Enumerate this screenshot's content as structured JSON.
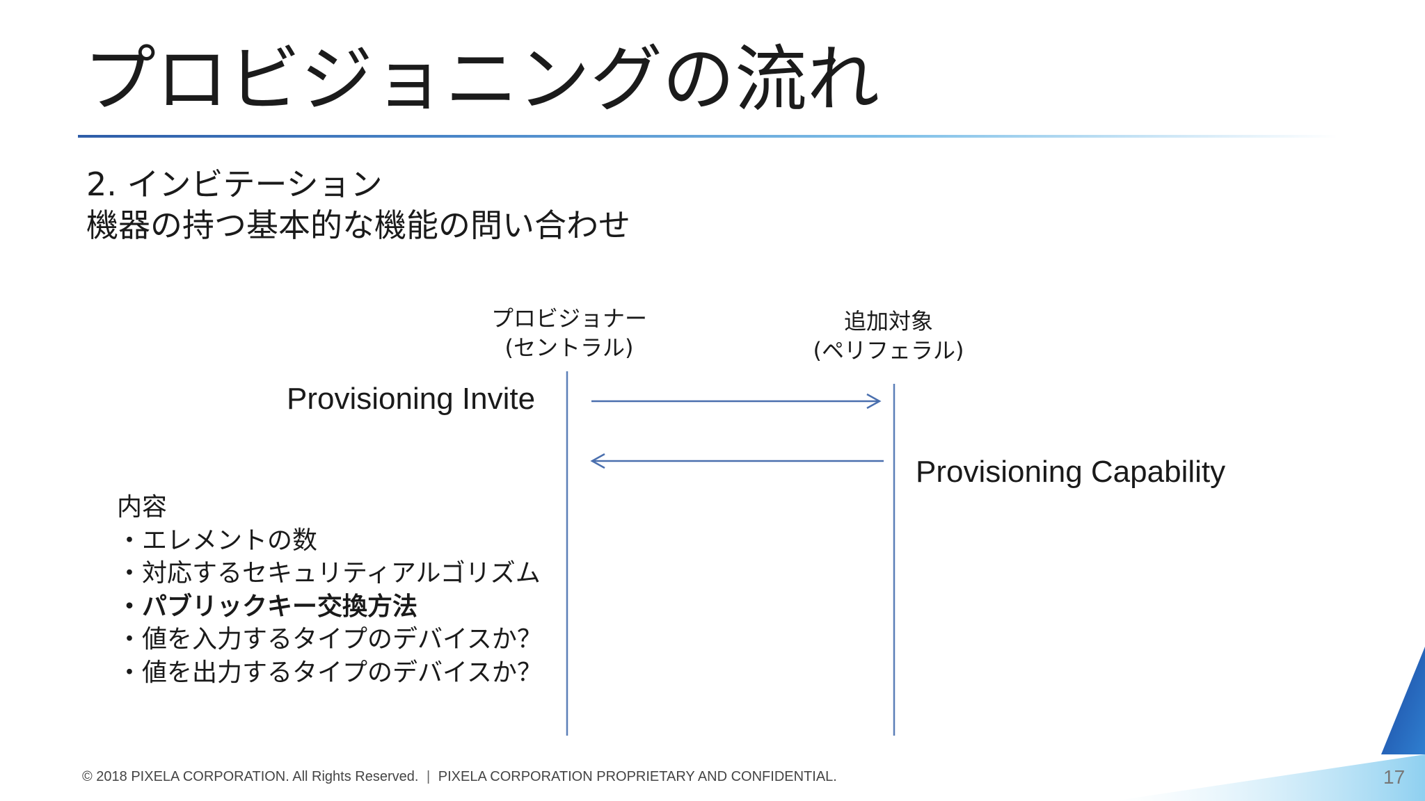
{
  "slide": {
    "title": "プロビジョニングの流れ",
    "subtitle_line1": "2. インビテーション",
    "subtitle_line2": "機器の持つ基本的な機能の問い合わせ",
    "page_number": "17"
  },
  "diagram": {
    "provisioner_line1": "プロビジョナー",
    "provisioner_line2": "(セントラル)",
    "target_line1": "追加対象",
    "target_line2": "(ペリフェラル)",
    "message_invite": "Provisioning Invite",
    "message_capability": "Provisioning Capability",
    "content_heading": "内容",
    "content_items": [
      "・エレメントの数",
      "・対応するセキュリティアルゴリズム",
      "・パブリックキー交換方法",
      "・値を入力するタイプのデバイスか？",
      "・値を出力するタイプのデバイスか？"
    ]
  },
  "footer": {
    "copyright": "© 2018 PIXELA CORPORATION. All Rights Reserved.",
    "separator": "|",
    "confidential": "PIXELA CORPORATION PROPRIETARY AND CONFIDENTIAL."
  },
  "colors": {
    "line_blue": "#5b7fb8",
    "arrow_blue": "#4a6fae",
    "accent_dark_blue": "#1f4aa0",
    "accent_light_blue": "#7cc3ec"
  }
}
